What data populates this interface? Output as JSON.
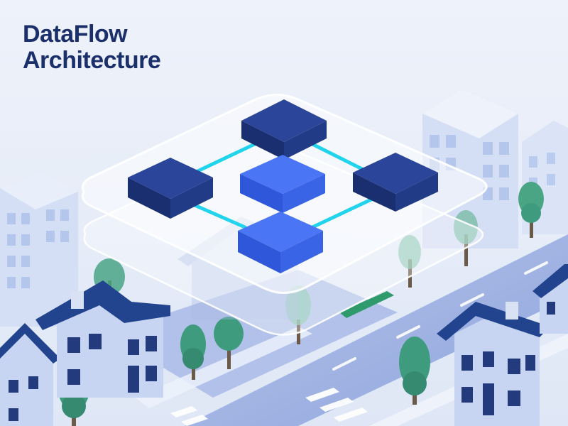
{
  "title": {
    "line1": "DataFlow",
    "line2": "Architecture"
  },
  "diagram": {
    "nodes": [
      {
        "id": "top"
      },
      {
        "id": "left"
      },
      {
        "id": "center"
      },
      {
        "id": "right"
      },
      {
        "id": "bottom"
      }
    ],
    "edges": [
      {
        "from": "top",
        "to": "left"
      },
      {
        "from": "top",
        "to": "right"
      },
      {
        "from": "left",
        "to": "bottom"
      },
      {
        "from": "right",
        "to": "bottom"
      }
    ]
  },
  "colors": {
    "background": "#e9eef8",
    "title": "#1b2f6b",
    "node_dark": "#1f3a8a",
    "node_bright": "#3b66f0",
    "connector": "#22d3ee",
    "platform": "#ffffff",
    "building": "#c9d6f1",
    "roof": "#264a9e",
    "tree": "#3f9b7e",
    "road": "#9aaee0"
  }
}
